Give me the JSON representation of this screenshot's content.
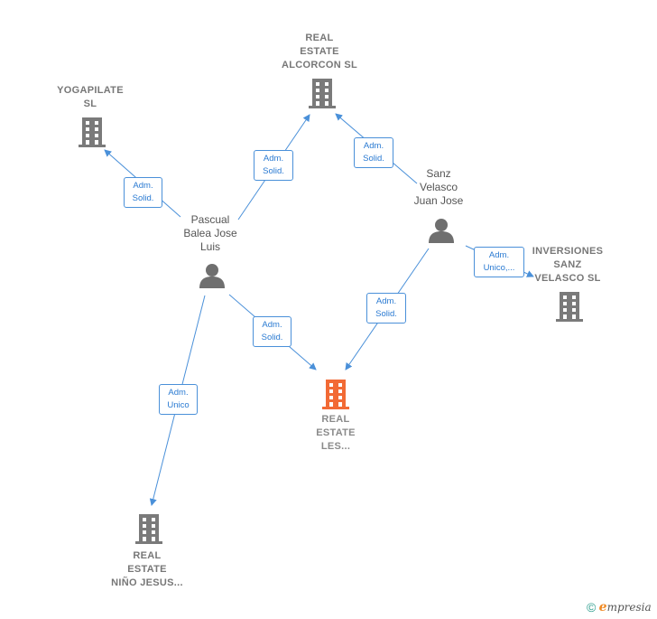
{
  "nodes": {
    "real_estate_alcorcon": {
      "label": "REAL\nESTATE\nALCORCON  SL",
      "type": "company"
    },
    "yogapilate": {
      "label": "YOGAPILATE\nSL",
      "type": "company"
    },
    "inversiones_sanz": {
      "label": "INVERSIONES\nSANZ\nVELASCO  SL",
      "type": "company"
    },
    "real_estate_les": {
      "label": "REAL\nESTATE\nLES...",
      "type": "company",
      "focus": true
    },
    "real_estate_nino": {
      "label": "REAL\nESTATE\nNIÑO JESUS...",
      "type": "company"
    },
    "pascual": {
      "label": "Pascual\nBalea Jose\nLuis",
      "type": "person"
    },
    "sanz_velasco": {
      "label": "Sanz\nVelasco\nJuan Jose",
      "type": "person"
    }
  },
  "edges": {
    "pascual_yogapilate": {
      "label": "Adm.\nSolid."
    },
    "pascual_alcorcon": {
      "label": "Adm.\nSolid."
    },
    "sanz_alcorcon": {
      "label": "Adm.\nSolid."
    },
    "sanz_inversiones": {
      "label": "Adm.\nUnico,..."
    },
    "pascual_les": {
      "label": "Adm.\nSolid."
    },
    "sanz_les": {
      "label": "Adm.\nSolid."
    },
    "pascual_nino": {
      "label": "Adm.\nUnico"
    }
  },
  "colors": {
    "edge": "#4a90d9",
    "company_icon": "#7a7a7a",
    "focus_icon": "#f26a35",
    "person_icon": "#6f6f6f"
  },
  "brand": {
    "copyright": "©",
    "e": "e",
    "rest": "mpresia"
  }
}
